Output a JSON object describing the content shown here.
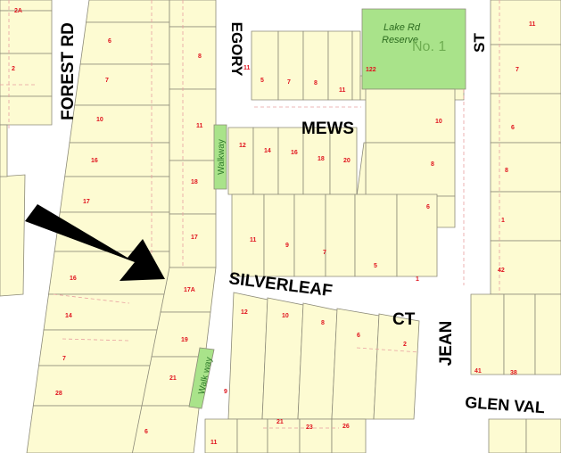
{
  "colors": {
    "parcel_fill": "#fdfbd2",
    "parcel_line": "#8c8a78",
    "reserve_fill": "#a9e38a",
    "walkway_fill": "#a9e38a",
    "lot_number": "#e0141e",
    "road": "#ffffff",
    "easement_dash": "#e8a0a0",
    "arrow": "#000000"
  },
  "streets": [
    {
      "id": "forest-rd",
      "label": "FOREST RD"
    },
    {
      "id": "gregory",
      "label": "EGORY"
    },
    {
      "id": "mews",
      "label": "MEWS"
    },
    {
      "id": "silverleaf",
      "label": "SILVERLEAF"
    },
    {
      "id": "ct",
      "label": "CT"
    },
    {
      "id": "jean",
      "label": "JEAN"
    },
    {
      "id": "st",
      "label": "ST"
    },
    {
      "id": "glen-val",
      "label": "GLEN VAL"
    }
  ],
  "walkways": [
    {
      "id": "walkway-north",
      "label": "Walkway"
    },
    {
      "id": "walkway-south",
      "label": "Walk  way"
    }
  ],
  "reserve": {
    "line1": "Lake Rd",
    "line2": "Reserve",
    "ghost": "No. 1"
  },
  "lots": [
    "2A",
    "6",
    "2",
    "7",
    "8",
    "11",
    "10",
    "11",
    "16",
    "18",
    "17",
    "17",
    "16",
    "17A",
    "14",
    "19",
    "7",
    "21",
    "28",
    "6",
    "11",
    "9",
    "5",
    "7",
    "8",
    "11",
    "122",
    "10",
    "12",
    "14",
    "16",
    "18",
    "20",
    "8",
    "6",
    "11",
    "9",
    "7",
    "5",
    "1",
    "12",
    "10",
    "8",
    "6",
    "2",
    "21",
    "23",
    "26",
    "11",
    "7",
    "6",
    "8",
    "1",
    "42",
    "41",
    "38"
  ],
  "arrow": "pointer-arrow"
}
